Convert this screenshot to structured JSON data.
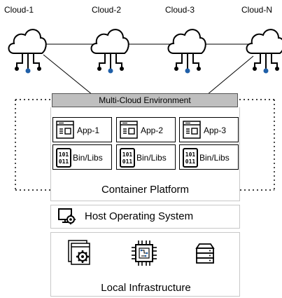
{
  "clouds": [
    {
      "label": "Cloud-1"
    },
    {
      "label": "Cloud-2"
    },
    {
      "label": "Cloud-3"
    },
    {
      "label": "Cloud-N"
    }
  ],
  "environment": {
    "label": "Multi-Cloud Environment"
  },
  "apps": [
    {
      "app_label": "App-1",
      "bin_label": "Bin/Libs"
    },
    {
      "app_label": "App-2",
      "bin_label": "Bin/Libs"
    },
    {
      "app_label": "App-3",
      "bin_label": "Bin/Libs"
    }
  ],
  "layers": {
    "container": "Container Platform",
    "host_os": "Host Operating System",
    "local": "Local Infrastructure"
  },
  "icons": {
    "cloud": "cloud-network-icon",
    "app": "app-window-icon",
    "bin": "binary-icon",
    "host_os": "settings-monitor-icon",
    "local_settings": "settings-window-icon",
    "cpu": "cpu-chip-icon",
    "server": "server-icon"
  }
}
